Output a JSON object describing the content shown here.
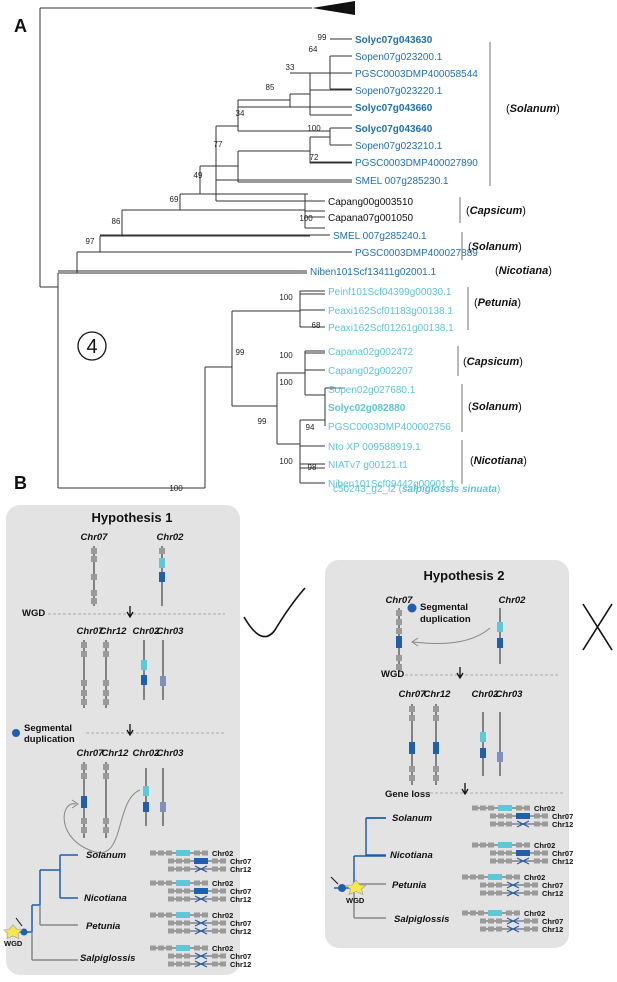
{
  "panel_a": {
    "label": "A",
    "clade_number": "4",
    "leaves": [
      {
        "name": "Solyc07g043630",
        "color": "#1f6fb3",
        "bold": true
      },
      {
        "name": "Sopen07g023200.1",
        "color": "#1f6fb3",
        "bold": false
      },
      {
        "name": "PGSC0003DMP400058544",
        "color": "#1f6fb3",
        "bold": false
      },
      {
        "name": "Sopen07g023220.1",
        "color": "#1f6fb3",
        "bold": false
      },
      {
        "name": "Solyc07g043660",
        "color": "#1f6fb3",
        "bold": true
      },
      {
        "name": "Solyc07g043640",
        "color": "#1f6fb3",
        "bold": true
      },
      {
        "name": "Sopen07g023210.1",
        "color": "#1f6fb3",
        "bold": false
      },
      {
        "name": "PGSC0003DMP400027890",
        "color": "#1f6fb3",
        "bold": false
      },
      {
        "name": "SMEL 007g285230.1",
        "color": "#1f6fb3",
        "bold": false
      },
      {
        "name": "Capang00g003510",
        "color": "#111111",
        "bold": false
      },
      {
        "name": "Capana07g001050",
        "color": "#111111",
        "bold": false
      },
      {
        "name": "SMEL 007g285240.1",
        "color": "#1f6fb3",
        "bold": false
      },
      {
        "name": "PGSC0003DMP400027889",
        "color": "#1f6fb3",
        "bold": false
      },
      {
        "name": "Niben101Scf13411g02001.1",
        "color": "#1f6fb3",
        "bold": false
      },
      {
        "name": "Peinf101Scf04399g00030.1",
        "color": "#5bc4d8",
        "bold": false
      },
      {
        "name": "Peaxi162Scf01183g00138.1",
        "color": "#5bc4d8",
        "bold": false
      },
      {
        "name": "Peaxi162Scf01261g00138.1",
        "color": "#5bc4d8",
        "bold": false
      },
      {
        "name": "Capana02g002472",
        "color": "#5bc4d8",
        "bold": false
      },
      {
        "name": "Capang02g002207",
        "color": "#5bc4d8",
        "bold": false
      },
      {
        "name": "Sopen02g027680.1",
        "color": "#5bc4d8",
        "bold": false
      },
      {
        "name": "Solyc02g082880",
        "color": "#5bc4d8",
        "bold": true
      },
      {
        "name": "PGSC0003DMP400002756",
        "color": "#5bc4d8",
        "bold": false
      },
      {
        "name": "Nto XP 009588919.1",
        "color": "#5bc4d8",
        "bold": false
      },
      {
        "name": "NIATv7 g00121.t1",
        "color": "#5bc4d8",
        "bold": false
      },
      {
        "name": "Niben101Scf09442g00001.1",
        "color": "#5bc4d8",
        "bold": false
      }
    ],
    "outgroup": {
      "id": "c50243_g2_i2",
      "species": "salpiglossis sinuata"
    },
    "supports": [
      "99",
      "64",
      "33",
      "85",
      "34",
      "100",
      "72",
      "77",
      "49",
      "69",
      "100",
      "86",
      "97",
      "100",
      "68",
      "99",
      "100",
      "100",
      "99",
      "94",
      "100",
      "98",
      "100"
    ],
    "clades": [
      {
        "open": "(",
        "name": "Solanum",
        "close": ")"
      },
      {
        "open": "(",
        "name": "Capsicum",
        "close": ")"
      },
      {
        "open": "(",
        "name": "Solanum",
        "close": ")"
      },
      {
        "open": "(",
        "name": "Nicotiana",
        "close": ")"
      },
      {
        "open": "(",
        "name": "Petunia",
        "close": ")"
      },
      {
        "open": "(",
        "name": "Capsicum",
        "close": ")"
      },
      {
        "open": "(",
        "name": "Solanum",
        "close": ")"
      },
      {
        "open": "(",
        "name": "Nicotiana",
        "close": ")"
      }
    ]
  },
  "panel_b": {
    "label": "B",
    "hyp1": {
      "title": "Hypothesis 1",
      "chr07": "Chr07",
      "chr02": "Chr02",
      "chr12": "Chr12",
      "chr03": "Chr03",
      "wgd": "WGD",
      "seg1": "Segmental",
      "seg2": "duplication",
      "species": [
        "Solanum",
        "Nicotiana",
        "Petunia",
        "Salpiglossis"
      ],
      "mini": [
        "Chr02",
        "Chr07",
        "Chr12"
      ],
      "wgd_small": "WGD"
    },
    "hyp2": {
      "title": "Hypothesis 2",
      "chr07": "Chr07",
      "chr02": "Chr02",
      "chr12": "Chr12",
      "chr03": "Chr03",
      "seg1": "Segmental",
      "seg2": "duplication",
      "wgd": "WGD",
      "gene_loss": "Gene loss",
      "species": [
        "Solanum",
        "Nicotiana",
        "Petunia",
        "Salpiglossis"
      ],
      "mini": [
        "Chr02",
        "Chr07",
        "Chr12"
      ],
      "wgd_small": "WGD"
    },
    "check_icon": "checkmark-icon",
    "cross_icon": "cross-icon"
  },
  "colors": {
    "dark_blue": "#1f6fb3",
    "light_blue": "#5bc4d8",
    "chr_blue": "#1f5fae",
    "chr_cyan": "#5cc8d8",
    "chr_gray": "#9a9a9a",
    "chr_slate": "#7f8fc2",
    "box": "#e3e3e3",
    "star": "#f5e84a"
  }
}
